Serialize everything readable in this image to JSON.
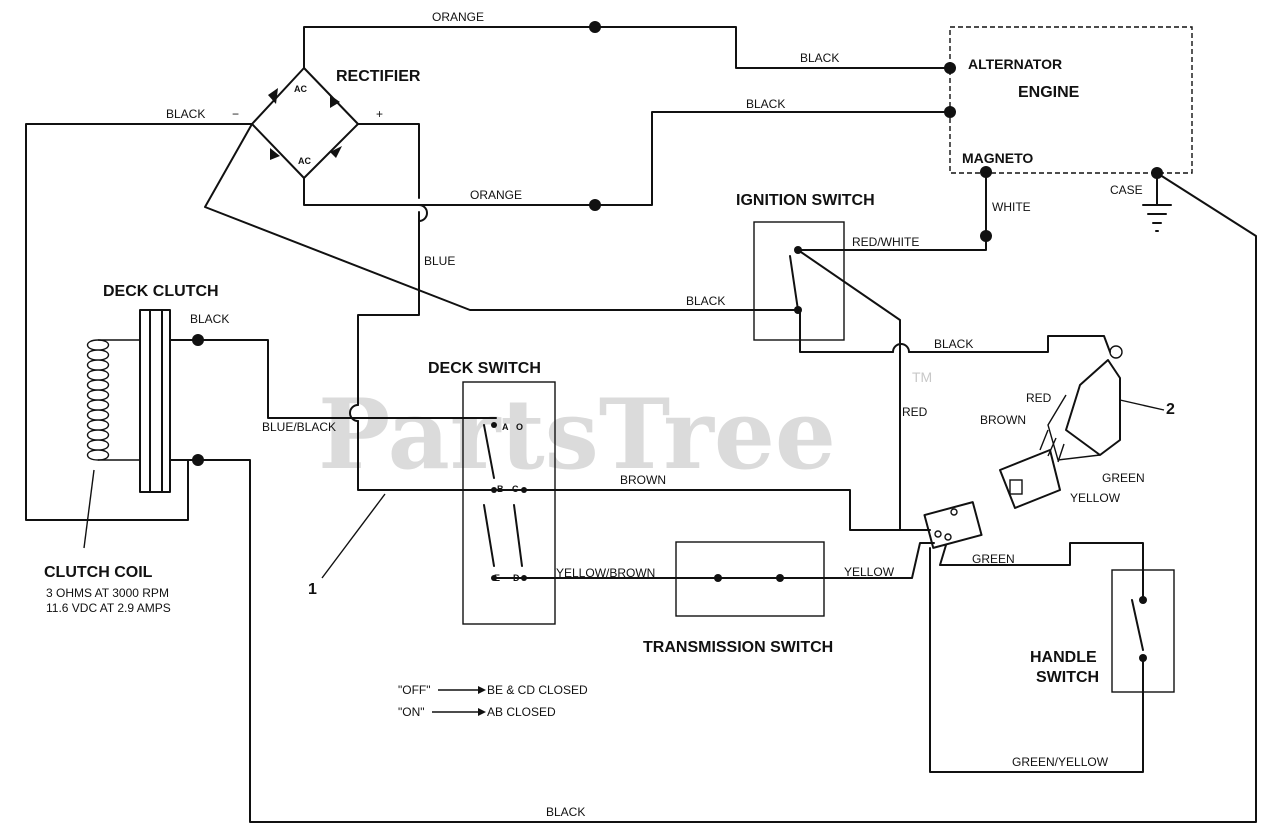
{
  "watermark": {
    "text": "PartsTree",
    "tm": "TM"
  },
  "components": {
    "rectifier": {
      "title": "RECTIFIER",
      "ac_top": "AC",
      "ac_bottom": "AC",
      "minus": "−",
      "plus": "+"
    },
    "engine": {
      "alternator": "ALTERNATOR",
      "engine": "ENGINE",
      "magneto": "MAGNETO",
      "case": "CASE"
    },
    "ignition_switch": {
      "title": "IGNITION SWITCH"
    },
    "deck_clutch": {
      "title": "DECK CLUTCH"
    },
    "deck_switch": {
      "title": "DECK SWITCH",
      "term_a": "A",
      "term_o": "O",
      "term_b": "B",
      "term_c": "C",
      "term_e": "E",
      "term_d": "D"
    },
    "transmission_switch": {
      "title": "TRANSMISSION SWITCH"
    },
    "handle_switch": {
      "title_line1": "HANDLE",
      "title_line2": "SWITCH"
    },
    "clutch_coil": {
      "title": "CLUTCH COIL",
      "spec1": "3 OHMS AT 3000 RPM",
      "spec2": "11.6 VDC AT 2.9 AMPS"
    }
  },
  "wires": {
    "orange_top": "ORANGE",
    "orange_mid": "ORANGE",
    "black_alt": "BLACK",
    "black_engine": "BLACK",
    "black_rect": "BLACK",
    "blue": "BLUE",
    "black_ign": "BLACK",
    "black_clutch": "BLACK",
    "blue_black": "BLUE/BLACK",
    "white": "WHITE",
    "red_white": "RED/WHITE",
    "black_conn": "BLACK",
    "red": "RED",
    "brown": "BROWN",
    "yellow_brown": "YELLOW/BROWN",
    "yellow": "YELLOW",
    "green": "GREEN",
    "green_yellow": "GREEN/YELLOW",
    "black_bottom": "BLACK"
  },
  "connector_detail": {
    "callout": "2",
    "red": "RED",
    "brown": "BROWN",
    "green": "GREEN",
    "yellow": "YELLOW"
  },
  "callout_1": "1",
  "legend": {
    "off_key": "\"OFF\"",
    "off_text": "BE & CD CLOSED",
    "on_key": "\"ON\"",
    "on_text": "AB CLOSED"
  }
}
